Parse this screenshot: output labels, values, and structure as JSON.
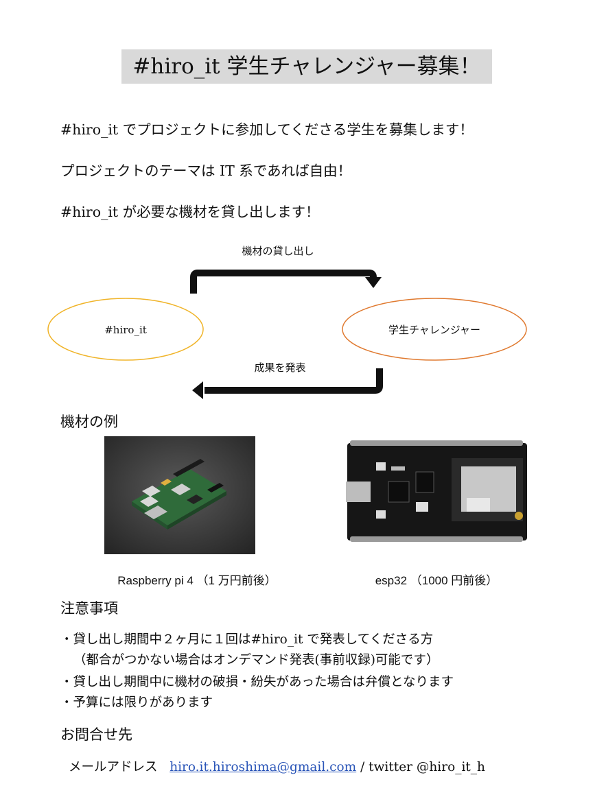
{
  "title": "#hiro_it 学生チャレンジャー募集！",
  "intro": [
    "#hiro_it でプロジェクトに参加してくださる学生を募集します！",
    "プロジェクトのテーマは IT 系であれば自由！",
    "#hiro_it が必要な機材を貸し出します！"
  ],
  "diagram": {
    "left_node": "#hiro_it",
    "right_node": "学生チャレンジャー",
    "top_arrow_label": "機材の貸し出し",
    "bottom_arrow_label": "成果を発表",
    "left_color": "#f0b429",
    "right_color": "#e07a30"
  },
  "equipment": {
    "heading": "機材の例",
    "items": [
      {
        "caption": "Raspberry pi 4 （1 万円前後）"
      },
      {
        "caption": "esp32 （1000 円前後）"
      }
    ]
  },
  "notes": {
    "heading": "注意事項",
    "items": [
      "・貸し出し期間中２ヶ月に１回は#hiro_it で発表してくださる方",
      "（都合がつかない場合はオンデマンド発表(事前収録)可能です）",
      "・貸し出し期間中に機材の破損・紛失があった場合は弁償となります",
      "・予算には限りがあります"
    ]
  },
  "contact": {
    "heading": "お問合せ先",
    "label": "メールアドレス",
    "email": "hiro.it.hiroshima@gmail.com",
    "twitter": " / twitter @hiro_it_h"
  }
}
